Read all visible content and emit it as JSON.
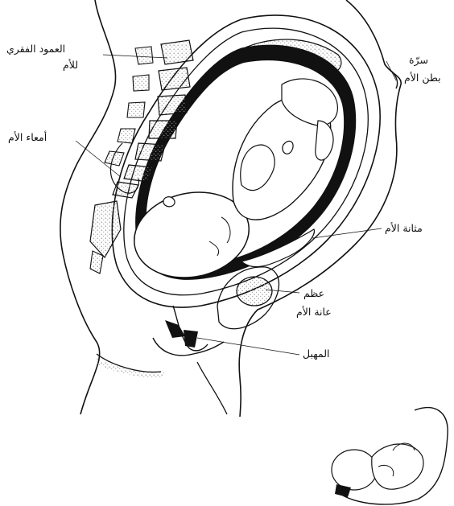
{
  "labels": {
    "spine": "العمود الفقري",
    "spine_line2": "للأم",
    "intestines": "أمعاء الأم",
    "navel": "سرّة",
    "navel_line2": "بطن الأم",
    "bladder": "مثانة الأم",
    "pubic_bone": "عظم",
    "pubic_bone_line2": "عانة الأم",
    "vagina": "المهبل"
  },
  "colors": {
    "ink": "#111111",
    "stipple": "#9a9a9a",
    "paper": "#ffffff"
  }
}
